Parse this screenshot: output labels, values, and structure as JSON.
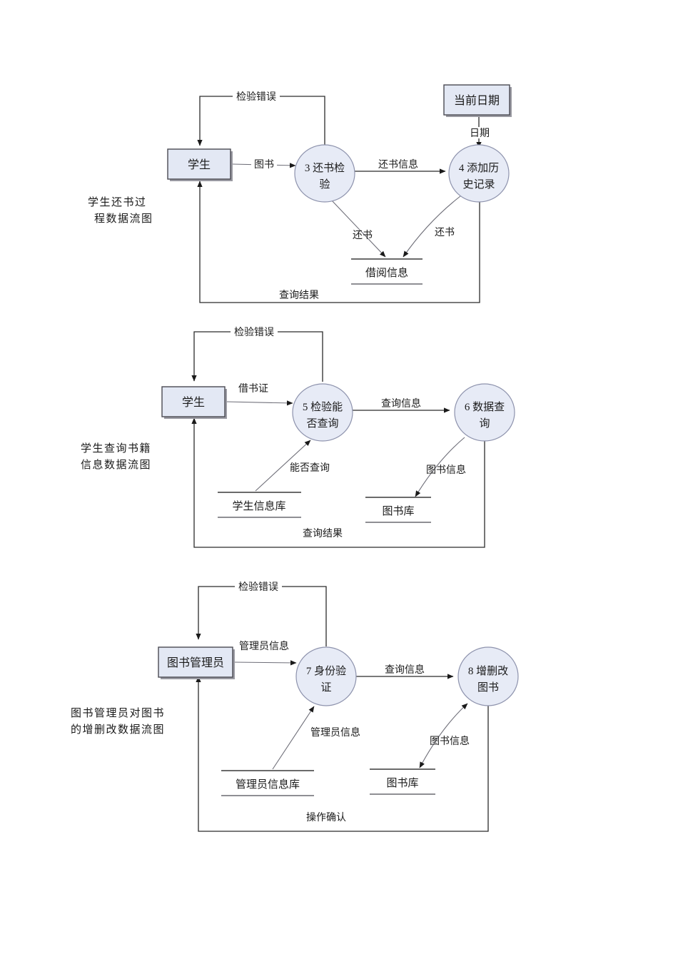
{
  "document": {
    "kind": "data-flow-diagrams",
    "page_background": "#ffffff",
    "entity_fill": "#e3e8f4",
    "process_fill": "#e7ebf6",
    "line_color": "#2b2b2b"
  },
  "diagram1": {
    "caption_line1": "学生还书过",
    "caption_line2": "程数据流图",
    "entity_student": "学生",
    "entity_date": "当前日期",
    "process3_line1": "3 还书检",
    "process3_line2": "验",
    "process4_line1": "4 添加历",
    "process4_line2": "史记录",
    "store_borrow": "借阅信息",
    "flow_check_error": "检验错误",
    "flow_book": "图书",
    "flow_return_info": "还书信息",
    "flow_date": "日期",
    "flow_return_left": "还书",
    "flow_return_right": "还书",
    "flow_query_result": "查询结果"
  },
  "diagram2": {
    "caption_line1": "学生查询书籍",
    "caption_line2": "信息数据流图",
    "entity_student": "学生",
    "process5_line1": "5 检验能",
    "process5_line2": "否查询",
    "process6_line1": "6 数据查",
    "process6_line2": "询",
    "store_student_db": "学生信息库",
    "store_book_db": "图书库",
    "flow_check_error": "检验错误",
    "flow_card": "借书证",
    "flow_query_info": "查询信息",
    "flow_can_query": "能否查询",
    "flow_book_info": "图书信息",
    "flow_query_result": "查询结果"
  },
  "diagram3": {
    "caption_line1": "图书管理员对图书",
    "caption_line2": "的增删改数据流图",
    "entity_admin": "图书管理员",
    "process7_line1": "7 身份验",
    "process7_line2": "证",
    "process8_line1": "8 增删改",
    "process8_line2": "图书",
    "store_admin_db": "管理员信息库",
    "store_book_db": "图书库",
    "flow_check_error": "检验错误",
    "flow_admin_info_top": "管理员信息",
    "flow_query_info": "查询信息",
    "flow_admin_info_bottom": "管理员信息",
    "flow_book_info": "图书信息",
    "flow_op_confirm": "操作确认"
  }
}
